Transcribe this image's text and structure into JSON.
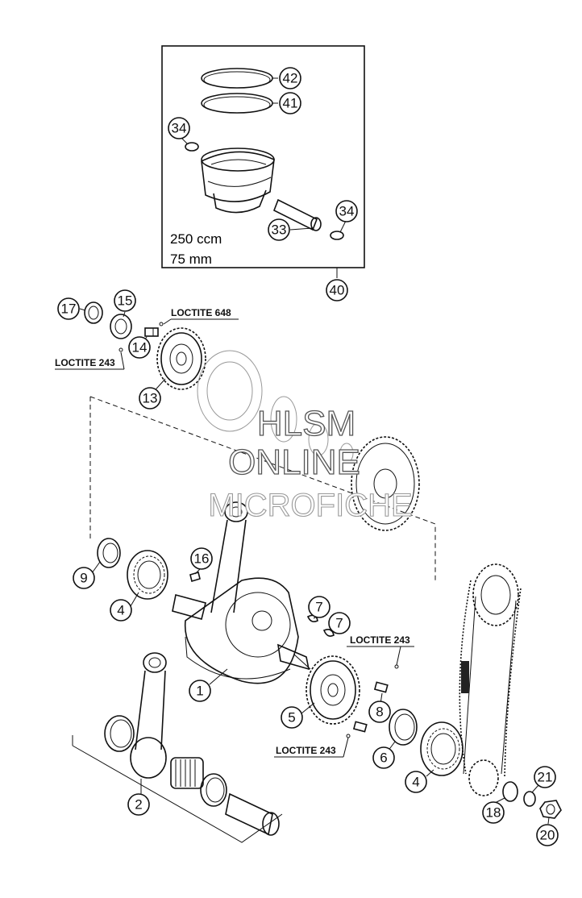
{
  "piston_box": {
    "displacement": "250 ccm",
    "bore": "75 mm"
  },
  "loctite_labels": {
    "loctite_648": "LOCTITE 648",
    "loctite_243_left": "LOCTITE 243",
    "loctite_243_right": "LOCTITE 243",
    "loctite_243_bottom": "LOCTITE 243"
  },
  "watermark": {
    "line1": "HLSM",
    "line2": "ONLINE",
    "line3": "MICROFICHE"
  },
  "callouts": {
    "c42": "42",
    "c41": "41",
    "c34a": "34",
    "c34b": "34",
    "c33": "33",
    "c40": "40",
    "c17": "17",
    "c15": "15",
    "c14": "14",
    "c13": "13",
    "c16": "16",
    "c9": "9",
    "c4a": "4",
    "c7a": "7",
    "c7b": "7",
    "c1": "1",
    "c5": "5",
    "c8": "8",
    "c6": "6",
    "c4b": "4",
    "c2": "2",
    "c21": "21",
    "c18": "18",
    "c20": "20"
  }
}
